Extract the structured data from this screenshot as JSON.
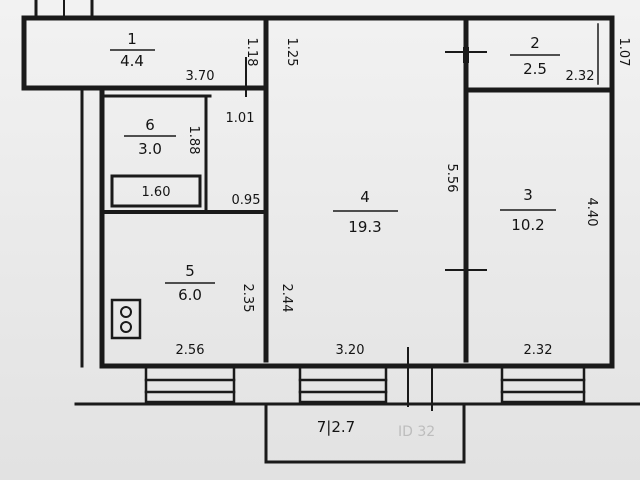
{
  "rooms": [
    {
      "id": "1",
      "area": "4.4"
    },
    {
      "id": "2",
      "area": "2.5"
    },
    {
      "id": "3",
      "area": "10.2"
    },
    {
      "id": "4",
      "area": "19.3"
    },
    {
      "id": "5",
      "area": "6.0"
    },
    {
      "id": "6",
      "area": "3.0"
    }
  ],
  "dimensions": [
    "3.70",
    "1.18",
    "1.25",
    "1.01",
    "1.88",
    "1.60",
    "0.95",
    "5.56",
    "2.35",
    "2.44",
    "2.56",
    "3.20",
    "2.32",
    "2.32",
    "4.40",
    "1.07"
  ],
  "balcony_label": "7|2.7",
  "watermark": "ID 32"
}
